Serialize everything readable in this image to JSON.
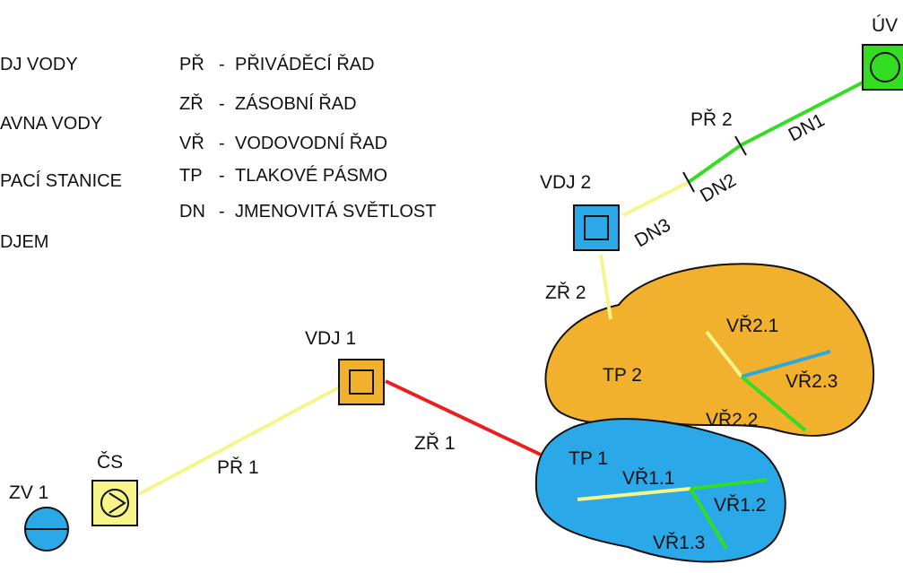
{
  "legend_left": {
    "items": [
      "DJ VODY",
      "AVNA VODY",
      "PACÍ STANICE",
      "DJEM"
    ]
  },
  "legend_abbr": {
    "items": [
      {
        "code": "PŘ",
        "text": "PŘIVÁDĚCÍ ŘAD"
      },
      {
        "code": "ZŘ",
        "text": "ZÁSOBNÍ ŘAD"
      },
      {
        "code": "VŘ",
        "text": "VODOVODNÍ ŘAD"
      },
      {
        "code": "TP",
        "text": "TLAKOVÉ PÁSMO"
      },
      {
        "code": "DN",
        "text": "JMENOVITÁ SVĚTLOST"
      }
    ],
    "separator": "-"
  },
  "nodes": {
    "zv1": "ZV 1",
    "cs": "ČS",
    "vdj1": "VDJ 1",
    "vdj2": "VDJ 2",
    "uv": "ÚV"
  },
  "pipes": {
    "pr1": "PŘ 1",
    "zr1": "ZŘ 1",
    "zr2": "ZŘ 2",
    "pr2": "PŘ 2",
    "dn1": "DN1",
    "dn2": "DN2",
    "dn3": "DN3"
  },
  "zones": {
    "tp1": "TP 1",
    "tp2": "TP 2"
  },
  "branches": {
    "vr11": "VŘ1.1",
    "vr12": "VŘ1.2",
    "vr13": "VŘ1.3",
    "vr21": "VŘ2.1",
    "vr22": "VŘ2.2",
    "vr23": "VŘ2.3"
  },
  "colors": {
    "yellow_pipe": "#f5f58a",
    "red_pipe": "#ee1c1c",
    "green_pipe": "#33dd22",
    "blue_branch": "#2aa8e0",
    "tp1_fill": "#2aa8e8",
    "tp2_fill": "#f2b12c",
    "vdj1_fill": "#f2b12c",
    "vdj2_fill": "#2aa8e8",
    "cs_fill": "#f5f58a",
    "uv_fill": "#33dd22",
    "zv_fill": "#2aa8e8"
  }
}
